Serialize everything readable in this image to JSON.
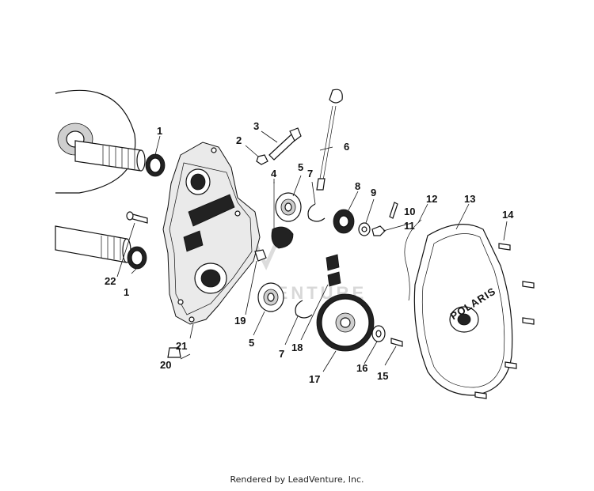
{
  "callouts": [
    {
      "id": "1",
      "label": "1"
    },
    {
      "id": "1b",
      "label": "1"
    },
    {
      "id": "2",
      "label": "2"
    },
    {
      "id": "3",
      "label": "3"
    },
    {
      "id": "4",
      "label": "4"
    },
    {
      "id": "5",
      "label": "5"
    },
    {
      "id": "5b",
      "label": "5"
    },
    {
      "id": "6",
      "label": "6"
    },
    {
      "id": "7",
      "label": "7"
    },
    {
      "id": "7b",
      "label": "7"
    },
    {
      "id": "8",
      "label": "8"
    },
    {
      "id": "9",
      "label": "9"
    },
    {
      "id": "10",
      "label": "10"
    },
    {
      "id": "11",
      "label": "11"
    },
    {
      "id": "12",
      "label": "12"
    },
    {
      "id": "13",
      "label": "13"
    },
    {
      "id": "14",
      "label": "14"
    },
    {
      "id": "15",
      "label": "15"
    },
    {
      "id": "16",
      "label": "16"
    },
    {
      "id": "17",
      "label": "17"
    },
    {
      "id": "18",
      "label": "18"
    },
    {
      "id": "19",
      "label": "19"
    },
    {
      "id": "20",
      "label": "20"
    },
    {
      "id": "21",
      "label": "21"
    },
    {
      "id": "22",
      "label": "22"
    }
  ],
  "cover_logo": "POLARIS",
  "footer_text": "Rendered by LeadVenture, Inc.",
  "watermark_text": "VENTURE",
  "colors": {
    "line": "#111111",
    "background": "#ffffff"
  }
}
